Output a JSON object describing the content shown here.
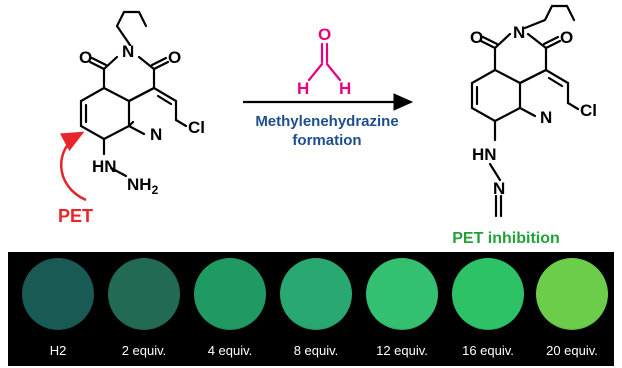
{
  "scheme": {
    "left_molecule": {
      "carbonyl_left": "O",
      "carbonyl_right": "O",
      "imide_n": "N",
      "ring_n": "N",
      "chloro": "Cl",
      "hydrazine_nh": "HN",
      "hydrazine_nh2": "NH",
      "nh2_subscript": "2"
    },
    "pet_label": "PET",
    "reagent": {
      "oxygen": "O",
      "h_left": "H",
      "h_right": "H"
    },
    "arrow_label_line1": "Methylenehydrazine",
    "arrow_label_line2": "formation",
    "right_molecule": {
      "carbonyl_left": "O",
      "carbonyl_right": "O",
      "imide_n": "N",
      "ring_n": "N",
      "chloro": "Cl",
      "hydrazone_nh": "HN",
      "hydrazone_n": "N"
    },
    "pet_inhibition_label": "PET inhibition"
  },
  "colors": {
    "pet_red": "#e8252a",
    "reagent_magenta": "#e6007e",
    "arrow_text_blue": "#1f4e8c",
    "inhibition_green": "#22a03a"
  },
  "fluorescence_strip": {
    "samples": [
      {
        "label": "H2",
        "color": "#1a5a55"
      },
      {
        "label": "2 equiv.",
        "color": "#236a55"
      },
      {
        "label": "4 equiv.",
        "color": "#1f9a63"
      },
      {
        "label": "8 equiv.",
        "color": "#2aa872"
      },
      {
        "label": "12 equiv.",
        "color": "#33c070"
      },
      {
        "label": "16 equiv.",
        "color": "#2ec266"
      },
      {
        "label": "20 equiv.",
        "color": "#6ccd4a"
      }
    ]
  }
}
